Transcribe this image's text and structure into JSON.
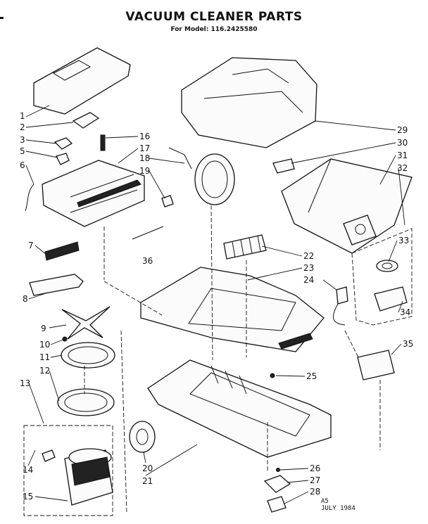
{
  "title": "VACUUM CLEANER PARTS",
  "subtitle": "For Model: 116.2425580",
  "callouts": [
    "1",
    "2",
    "3",
    "5",
    "6",
    "7",
    "8",
    "9",
    "10",
    "11",
    "12",
    "13",
    "14",
    "15",
    "16",
    "17",
    "18",
    "19",
    "20",
    "21",
    "22",
    "23",
    "24",
    "25",
    "26",
    "27",
    "28",
    "29",
    "30",
    "31",
    "32",
    "33",
    "34",
    "35",
    "36"
  ],
  "stamp": {
    "code": "A5",
    "date": "JULY 1984"
  }
}
